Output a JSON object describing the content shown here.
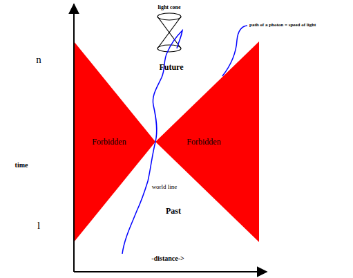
{
  "diagram": {
    "labels": [
      "n",
      "light cone",
      "path of a photon = speed of light",
      "Future",
      "Forbidden",
      "Forbidden",
      "time",
      "world line",
      "Past",
      "l",
      "-distance->"
    ]
  }
}
